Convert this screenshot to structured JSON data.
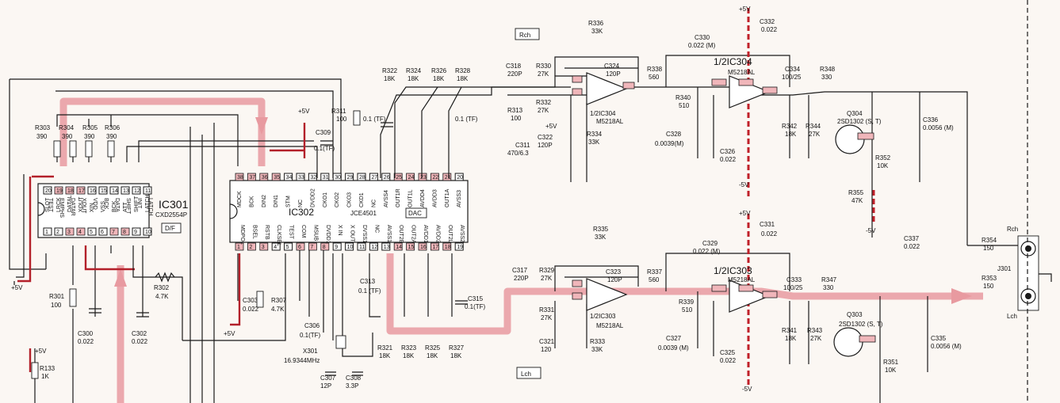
{
  "rails": {
    "p5v": "+5V",
    "m5v": "-5V"
  },
  "channels": {
    "rch": "Rch",
    "lch": "Lch",
    "df": "D/F",
    "dac": "DAC"
  },
  "ics": {
    "ic301": {
      "name": "IC301",
      "part": "CXD2554P"
    },
    "ic302": {
      "name": "IC302",
      "part": "JCE4501"
    },
    "ic304a": {
      "name": "1/2IC304",
      "part": "M5218AL"
    },
    "ic304b": {
      "name": "1/2IC304",
      "part": "M5218AL"
    },
    "ic303a": {
      "name": "1/2IC303",
      "part": "M5218AL"
    },
    "ic303b": {
      "name": "1/2IC303",
      "part": "M5218AL"
    }
  },
  "ic301_top_pins": [
    "SLOT",
    "LRCK",
    "DATAL",
    "XOUT",
    "XIN",
    "VSS",
    "BCK",
    "ATT",
    "SHIFT",
    "LATCH"
  ],
  "ic301_bot_pins": [
    "TEST",
    "EMPHS",
    "DATAR",
    "XOUT",
    "VDD",
    "BCK",
    "DATA",
    "SHIFT",
    "INIT",
    "LATCH"
  ],
  "ic302_top_pins": [
    "MDCK",
    "BCK",
    "DIN2",
    "DIN1",
    "STM",
    "NC",
    "DVDD2",
    "CKO1",
    "CKO2",
    "CKO3",
    "CKD1",
    "NC",
    "AVSS4",
    "OUT1R",
    "OUT1L",
    "AVDD4",
    "AVDD3",
    "OUT1A",
    "AVSS3"
  ],
  "ic302_bot_pins": [
    "MDPOL",
    "BSEL",
    "RSTB",
    "CLKSEL",
    "TEST",
    "COM",
    "MSUB",
    "DVDD1",
    "X IN",
    "X OUT",
    "DVSS1",
    "NC",
    "AVSS1",
    "OUT2B",
    "OUT2A",
    "AVDD1",
    "AVDD2",
    "OUT2L",
    "AVSS2"
  ],
  "resistors": {
    "r303": [
      "R303",
      "390"
    ],
    "r304": [
      "R304",
      "390"
    ],
    "r305": [
      "R305",
      "390"
    ],
    "r306": [
      "R306",
      "390"
    ],
    "r301": [
      "R301",
      "100"
    ],
    "r302": [
      "R302",
      "4.7K"
    ],
    "r133": [
      "R133",
      "1K"
    ],
    "r307": [
      "R307",
      "4.7K"
    ],
    "r311": [
      "R311",
      "100"
    ],
    "r313": [
      "R313",
      "100"
    ],
    "r322": [
      "R322",
      "18K"
    ],
    "r324": [
      "R324",
      "18K"
    ],
    "r326": [
      "R326",
      "18K"
    ],
    "r328": [
      "R328",
      "18K"
    ],
    "r321": [
      "R321",
      "18K"
    ],
    "r323": [
      "R323",
      "18K"
    ],
    "r325": [
      "R325",
      "18K"
    ],
    "r327": [
      "R327",
      "18K"
    ],
    "r330": [
      "R330",
      "27K"
    ],
    "r332": [
      "R332",
      "27K"
    ],
    "r334": [
      "R334",
      "33K"
    ],
    "r336": [
      "R336",
      "33K"
    ],
    "r329": [
      "R329",
      "27K"
    ],
    "r331": [
      "R331",
      "27K"
    ],
    "r333": [
      "R333",
      "33K"
    ],
    "r335": [
      "R335",
      "33K"
    ],
    "r338": [
      "R338",
      "560"
    ],
    "r340": [
      "R340",
      "510"
    ],
    "r342": [
      "R342",
      "18K"
    ],
    "r344": [
      "R344",
      "27K"
    ],
    "r348": [
      "R348",
      "330"
    ],
    "r337": [
      "R337",
      "560"
    ],
    "r339": [
      "R339",
      "510"
    ],
    "r341": [
      "R341",
      "18K"
    ],
    "r343": [
      "R343",
      "27K"
    ],
    "r347": [
      "R347",
      "330"
    ],
    "r352": [
      "R352",
      "10K"
    ],
    "r355": [
      "R355",
      "47K"
    ],
    "r354": [
      "R354",
      "150"
    ],
    "r351": [
      "R351",
      "10K"
    ],
    "r353": [
      "R353",
      "150"
    ]
  },
  "capacitors": {
    "c300": [
      "C300",
      "0.022"
    ],
    "c302": [
      "C302",
      "0.022"
    ],
    "c303": [
      "C303",
      "0.022"
    ],
    "c306": [
      "C306",
      "0.1(TF)"
    ],
    "c307": [
      "C307",
      "12P"
    ],
    "c308": [
      "C308",
      "3.3P"
    ],
    "c309": [
      "C309",
      "0.1(TF)"
    ],
    "c311": [
      "C311",
      "470/6.3"
    ],
    "c313": [
      "C313",
      "0.1 (TF)"
    ],
    "c315": [
      "C315",
      "0.1(TF)"
    ],
    "c318": [
      "C318",
      "220P"
    ],
    "c317": [
      "C317",
      "220P"
    ],
    "c322": [
      "C322",
      "120P"
    ],
    "c321": [
      "C321",
      "120"
    ],
    "c324": [
      "C324",
      "120P"
    ],
    "c323": [
      "C323",
      "120P"
    ],
    "c330": [
      "C330",
      "0.022 (M)"
    ],
    "c329": [
      "C329",
      "0.022 (M)"
    ],
    "c328": [
      "C328",
      "0.0039(M)"
    ],
    "c327": [
      "C327",
      "0.0039 (M)"
    ],
    "c326": [
      "C326",
      "0.022"
    ],
    "c325": [
      "C325",
      "0.022"
    ],
    "c332": [
      "C332",
      "0.022"
    ],
    "c331": [
      "C331",
      "0.022"
    ],
    "c334": [
      "C334",
      "100/25"
    ],
    "c333": [
      "C333",
      "100/25"
    ],
    "c336": [
      "C336",
      "0.0056 (M)"
    ],
    "c335": [
      "C335",
      "0.0056 (M)"
    ],
    "c337": [
      "C337",
      "0.022"
    ],
    "c311tf": "0.1 (TF)"
  },
  "crystal": {
    "ref": "X301",
    "freq": "16.9344MHz"
  },
  "transistors": {
    "q304": [
      "Q304",
      "2SD1302 (S, T)"
    ],
    "q303": [
      "Q303",
      "2SD1302 (S, T)"
    ]
  },
  "jack": "J301",
  "plus5v_short": "+5V"
}
